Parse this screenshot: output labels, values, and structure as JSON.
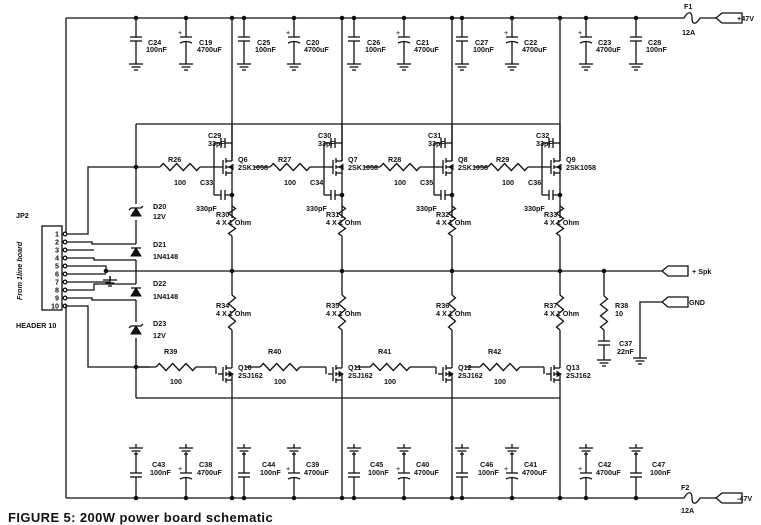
{
  "caption": "FIGURE 5: 200W power board schematic",
  "rails": {
    "top": {
      "label": "+47V"
    },
    "bottom": {
      "label": "-47V"
    },
    "fuses": [
      {
        "name": "F1",
        "rating": "12A"
      },
      {
        "name": "F2",
        "rating": "12A"
      }
    ]
  },
  "outputs": {
    "spk": "+ Spk",
    "gnd": "GND"
  },
  "header": {
    "ref": "JP2",
    "name": "HEADER 10",
    "note": "From 1line board",
    "pins": [
      "1",
      "2",
      "3",
      "4",
      "5",
      "6",
      "7",
      "8",
      "9",
      "10"
    ]
  },
  "diodes": [
    {
      "ref": "D20",
      "value": "12V"
    },
    {
      "ref": "D21",
      "value": "1N4148"
    },
    {
      "ref": "D22",
      "value": "1N4148"
    },
    {
      "ref": "D23",
      "value": "12V"
    }
  ],
  "top_caps": [
    {
      "ref": "C24",
      "value": "100nF",
      "pol": false
    },
    {
      "ref": "C19",
      "value": "4700uF",
      "pol": true
    },
    {
      "ref": "C25",
      "value": "100nF",
      "pol": false
    },
    {
      "ref": "C20",
      "value": "4700uF",
      "pol": true
    },
    {
      "ref": "C26",
      "value": "100nF",
      "pol": false
    },
    {
      "ref": "C21",
      "value": "4700uF",
      "pol": true
    },
    {
      "ref": "C27",
      "value": "100nF",
      "pol": false
    },
    {
      "ref": "C22",
      "value": "4700uF",
      "pol": true
    },
    {
      "ref": "C23",
      "value": "4700uF",
      "pol": true
    },
    {
      "ref": "C28",
      "value": "100nF",
      "pol": false
    }
  ],
  "bottom_caps": [
    {
      "ref": "C43",
      "value": "100nF",
      "pol": false
    },
    {
      "ref": "C38",
      "value": "4700uF",
      "pol": true
    },
    {
      "ref": "C44",
      "value": "100nF",
      "pol": false
    },
    {
      "ref": "C39",
      "value": "4700uF",
      "pol": true
    },
    {
      "ref": "C45",
      "value": "100nF",
      "pol": false
    },
    {
      "ref": "C40",
      "value": "4700uF",
      "pol": true
    },
    {
      "ref": "C46",
      "value": "100nF",
      "pol": false
    },
    {
      "ref": "C41",
      "value": "4700uF",
      "pol": true
    },
    {
      "ref": "C42",
      "value": "4700uF",
      "pol": true
    },
    {
      "ref": "C47",
      "value": "100nF",
      "pol": false
    }
  ],
  "upper_stages": [
    {
      "gate_res": "R26",
      "gate_res_val": "100",
      "mosfet": "Q6",
      "mosfet_part": "2SK1058",
      "cap_a": "C29",
      "cap_a_val": "33pF",
      "cap_b": "C33",
      "cap_b_val": "330pF",
      "src_res": "R30",
      "src_res_val": "4 X 1 Ohm"
    },
    {
      "gate_res": "R27",
      "gate_res_val": "100",
      "mosfet": "Q7",
      "mosfet_part": "2SK1058",
      "cap_a": "C30",
      "cap_a_val": "33pF",
      "cap_b": "C34",
      "cap_b_val": "330pF",
      "src_res": "R31",
      "src_res_val": "4 X 1 Ohm"
    },
    {
      "gate_res": "R28",
      "gate_res_val": "100",
      "mosfet": "Q8",
      "mosfet_part": "2SK1058",
      "cap_a": "C31",
      "cap_a_val": "33pF",
      "cap_b": "C35",
      "cap_b_val": "330pF",
      "src_res": "R32",
      "src_res_val": "4 X 1 Ohm"
    },
    {
      "gate_res": "R29",
      "gate_res_val": "100",
      "mosfet": "Q9",
      "mosfet_part": "2SK1058",
      "cap_a": "C32",
      "cap_a_val": "33pF",
      "cap_b": "C36",
      "cap_b_val": "330pF",
      "src_res": "R33",
      "src_res_val": "4 X 1 Ohm"
    }
  ],
  "lower_stages": [
    {
      "src_res": "R34",
      "src_res_val": "4 X 1 Ohm",
      "gate_res": "R39",
      "gate_res_val": "100",
      "mosfet": "Q10",
      "mosfet_part": "2SJ162"
    },
    {
      "src_res": "R35",
      "src_res_val": "4 X 1 Ohm",
      "gate_res": "R40",
      "gate_res_val": "100",
      "mosfet": "Q11",
      "mosfet_part": "2SJ162"
    },
    {
      "src_res": "R36",
      "src_res_val": "4 X 1 Ohm",
      "gate_res": "R41",
      "gate_res_val": "100",
      "mosfet": "Q12",
      "mosfet_part": "2SJ162"
    },
    {
      "src_res": "R37",
      "src_res_val": "4 X 1 Ohm",
      "gate_res": "R42",
      "gate_res_val": "100",
      "mosfet": "Q13",
      "mosfet_part": "2SJ162"
    }
  ],
  "zobel": {
    "res": "R38",
    "res_val": "10",
    "cap": "C37",
    "cap_val": "22nF"
  }
}
